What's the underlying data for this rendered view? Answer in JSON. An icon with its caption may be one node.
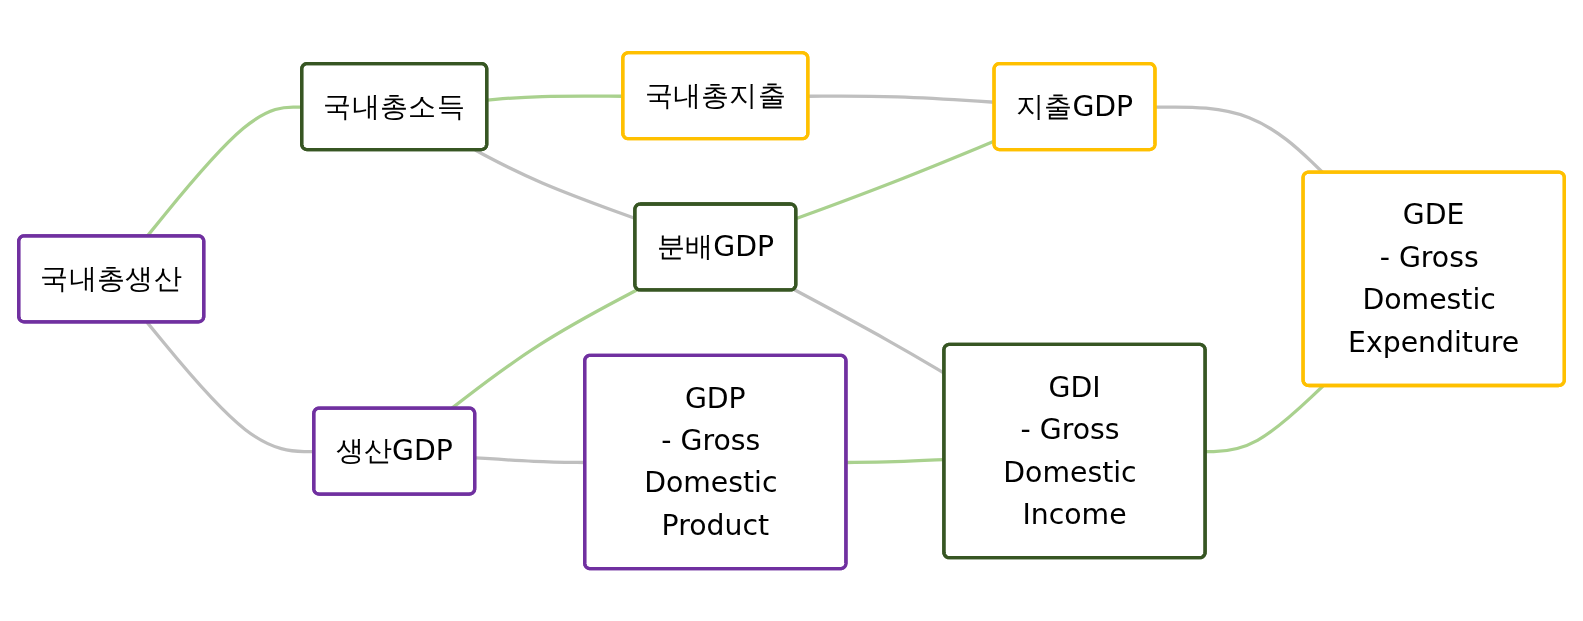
{
  "diagram": {
    "nodes": [
      {
        "text": [
          "국내총생산"
        ]
      },
      {
        "text": [
          "국내총소득"
        ]
      },
      {
        "text": [
          "국내총지출"
        ]
      },
      {
        "text": [
          "생산GDP"
        ]
      },
      {
        "text": [
          "분배GDP"
        ]
      },
      {
        "text": [
          "지출GDP"
        ]
      },
      {
        "text": [
          "GDP",
          "- Gross Domestic Product"
        ]
      },
      {
        "text": [
          "GDI",
          "- Gross Domestic Income"
        ]
      },
      {
        "text": [
          "GDE",
          "- Gross Domestic Expenditure"
        ]
      }
    ],
    "edges": [
      {
        "from": 0,
        "to": 1,
        "arrow": "none",
        "color": "#a9d18e"
      },
      {
        "from": 1,
        "to": 2,
        "arrow": "none",
        "color": "#a9d18e"
      },
      {
        "from": 0,
        "to": 3,
        "arrow": "none",
        "color": "#bfbfbf"
      },
      {
        "from": 1,
        "to": 4,
        "arrow": "none",
        "color": "#bfbfbf"
      },
      {
        "from": 2,
        "to": 5,
        "arrow": "none",
        "color": "#bfbfbf"
      },
      {
        "from": 3,
        "to": 4,
        "arrow": "none",
        "color": "#a9d18e"
      },
      {
        "from": 4,
        "to": 5,
        "arrow": "none",
        "color": "#a9d18e"
      },
      {
        "from": 3,
        "to": 6,
        "arrow": "none",
        "color": "#bfbfbf"
      },
      {
        "from": 4,
        "to": 7,
        "arrow": "none",
        "color": "#bfbfbf"
      },
      {
        "from": 5,
        "to": 8,
        "arrow": "none",
        "color": "#bfbfbf"
      },
      {
        "from": 6,
        "to": 7,
        "arrow": "none",
        "color": "#a9d18e"
      },
      {
        "from": 7,
        "to": 8,
        "arrow": "none",
        "color": "#a9d18e"
      }
    ]
  }
}
